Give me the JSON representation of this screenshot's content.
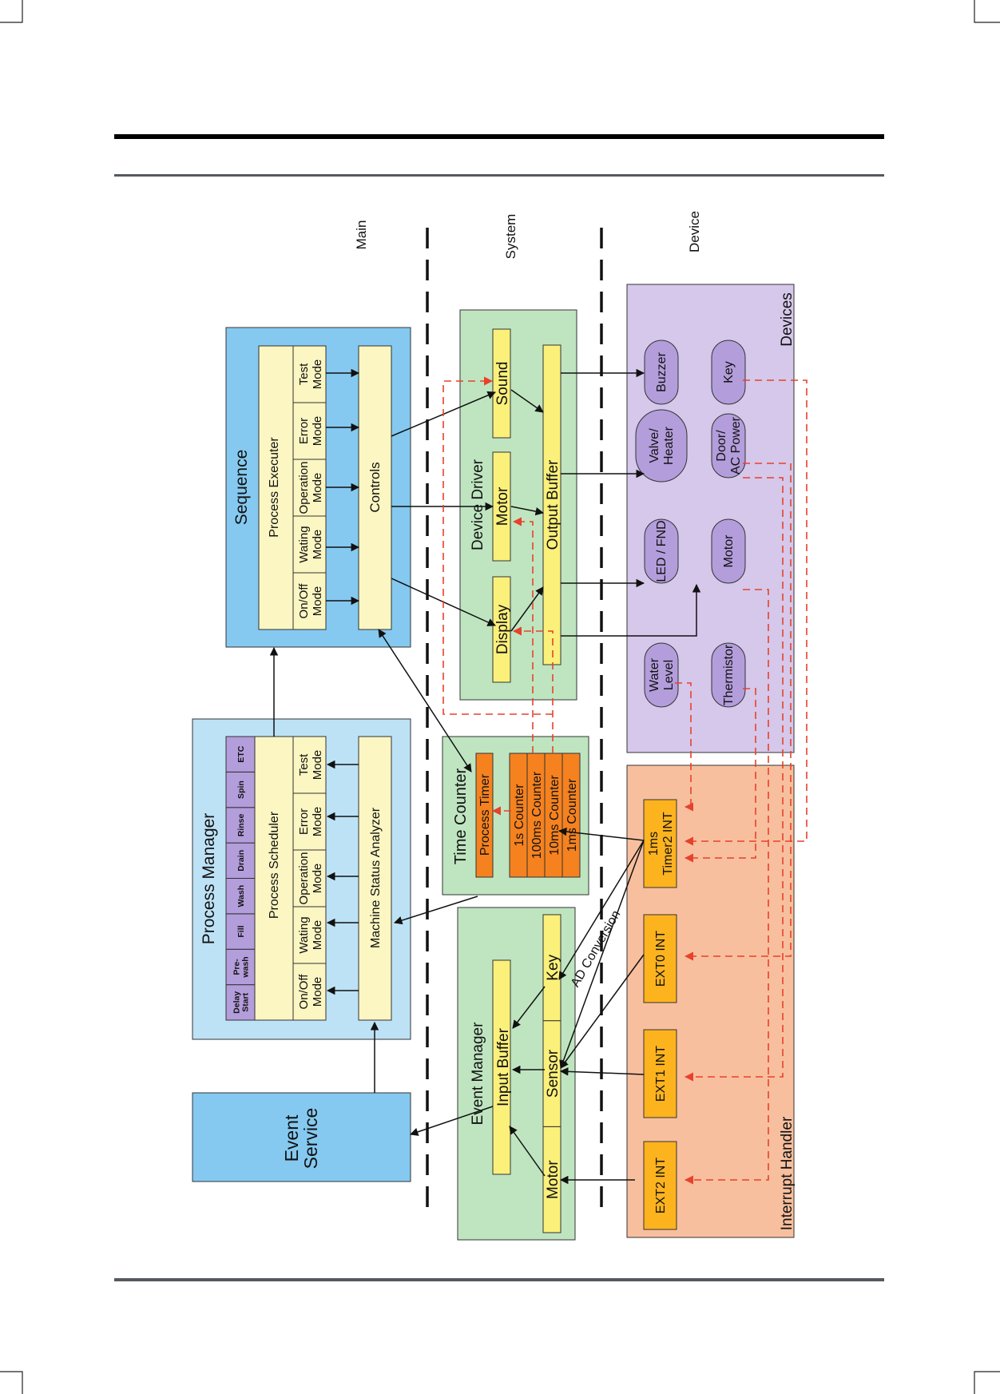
{
  "lanes": {
    "main": "Main",
    "system": "System",
    "device": "Device"
  },
  "event_service": {
    "title_line1": "Event",
    "title_line2": "Service"
  },
  "process_manager": {
    "title": "Process Manager",
    "scheduler_title": "Process Scheduler",
    "steps": [
      {
        "l1": "Delay",
        "l2": "Start"
      },
      {
        "l1": "Pre-",
        "l2": "wash"
      },
      {
        "l1": "Fill",
        "l2": ""
      },
      {
        "l1": "Wash",
        "l2": ""
      },
      {
        "l1": "Drain",
        "l2": ""
      },
      {
        "l1": "Rinse",
        "l2": ""
      },
      {
        "l1": "Spin",
        "l2": ""
      },
      {
        "l1": "ETC",
        "l2": ""
      }
    ],
    "modes": [
      {
        "l1": "On/Off",
        "l2": "Mode"
      },
      {
        "l1": "Wating",
        "l2": "Mode"
      },
      {
        "l1": "Operation",
        "l2": "Mode"
      },
      {
        "l1": "Error",
        "l2": "Mode"
      },
      {
        "l1": "Test",
        "l2": "Mode"
      }
    ],
    "analyzer": "Machine Status Analyzer"
  },
  "sequence": {
    "title": "Sequence",
    "executer_title": "Process Executer",
    "modes": [
      {
        "l1": "On/Off",
        "l2": "Mode"
      },
      {
        "l1": "Wating",
        "l2": "Mode"
      },
      {
        "l1": "Operation",
        "l2": "Mode"
      },
      {
        "l1": "Error",
        "l2": "Mode"
      },
      {
        "l1": "Test",
        "l2": "Mode"
      }
    ],
    "controls": "Controls"
  },
  "event_manager": {
    "title": "Event Manager",
    "input_buffer": "Input Buffer",
    "cells": [
      "Motor",
      "Sensor",
      "Key"
    ]
  },
  "time_counter": {
    "title": "Time Counter",
    "process_timer": "Process Timer",
    "counters": [
      "1s Counter",
      "100ms Counter",
      "10ms Counter",
      "1ms Counter"
    ]
  },
  "device_driver": {
    "title": "Device Driver",
    "cells": [
      "Display",
      "Motor",
      "Sound"
    ],
    "output_buffer": "Output Buffer"
  },
  "devices": {
    "title": "Devices",
    "items": [
      {
        "l1": "Water",
        "l2": "Level"
      },
      {
        "l1": "LED / FND",
        "l2": ""
      },
      {
        "l1": "Valve/",
        "l2": "Heater"
      },
      {
        "l1": "Buzzer",
        "l2": ""
      },
      {
        "l1": "Thermistor",
        "l2": ""
      },
      {
        "l1": "Motor",
        "l2": ""
      },
      {
        "l1": "Door/",
        "l2": "AC Power"
      },
      {
        "l1": "Key",
        "l2": ""
      }
    ]
  },
  "interrupt_handler": {
    "title": "Interrupt Handler",
    "items": [
      {
        "l1": "EXT2 INT",
        "l2": ""
      },
      {
        "l1": "EXT1 INT",
        "l2": ""
      },
      {
        "l1": "EXT0 INT",
        "l2": ""
      },
      {
        "l1": "1ms",
        "l2": "Timer2 INT"
      }
    ]
  },
  "ad_conversion": "AD Conversion",
  "colors": {
    "sky": "#85c9f0",
    "sky_light": "#bde2f6",
    "green_light": "#bfe5c0",
    "lavender": "#d5c8ea",
    "purple_pill": "#b39ddb",
    "salmon": "#f8bf9e",
    "yellow_light": "#fbf6c2",
    "yellow": "#fbf07a",
    "orange": "#f5821f",
    "amber": "#fcb31e",
    "dashed_red": "#e8412c"
  }
}
